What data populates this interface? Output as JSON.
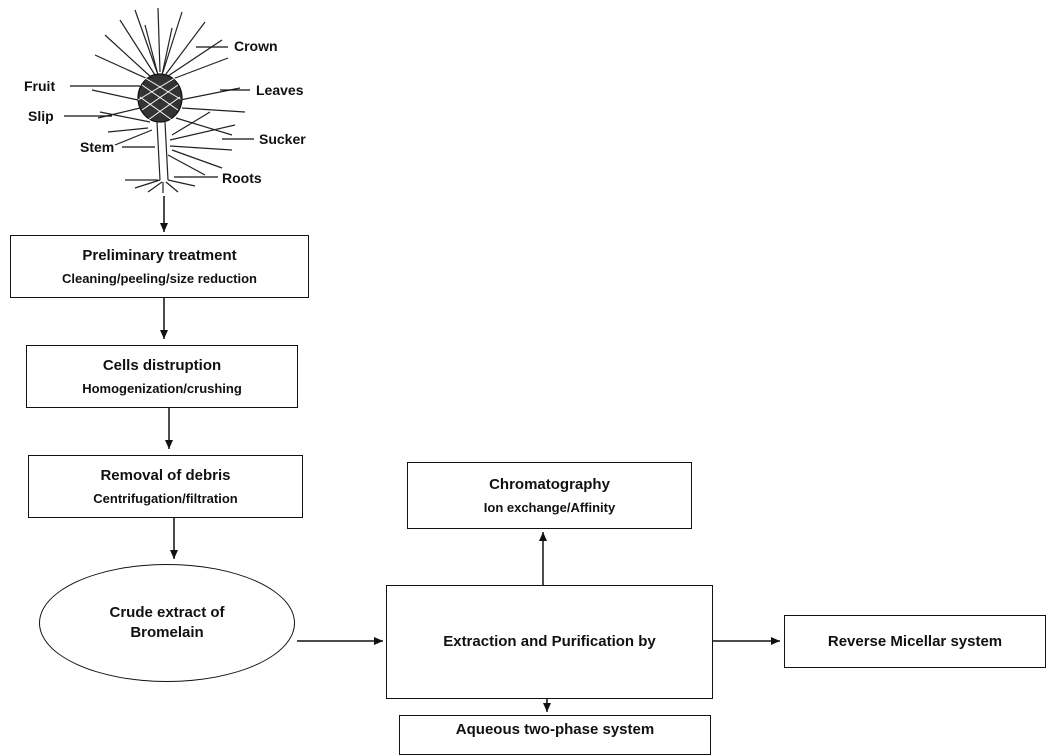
{
  "plant": {
    "labels": {
      "crown": "Crown",
      "fruit": "Fruit",
      "leaves": "Leaves",
      "slip": "Slip",
      "sucker": "Sucker",
      "stem": "Stem",
      "roots": "Roots"
    }
  },
  "steps": {
    "preliminary": {
      "title": "Preliminary treatment",
      "detail": "Cleaning/peeling/size reduction"
    },
    "disruption": {
      "title": "Cells distruption",
      "detail": "Homogenization/crushing"
    },
    "removal": {
      "title": "Removal of debris",
      "detail": "Centrifugation/filtration"
    },
    "crude": {
      "line1": "Crude extract of",
      "line2": "Bromelain"
    },
    "extraction": {
      "title": "Extraction and Purification by"
    },
    "chromatography": {
      "title": "Chromatography",
      "detail": "Ion exchange/Affinity"
    },
    "micellar": {
      "title": "Reverse Micellar system"
    },
    "aqueous": {
      "title": "Aqueous two-phase system"
    }
  }
}
